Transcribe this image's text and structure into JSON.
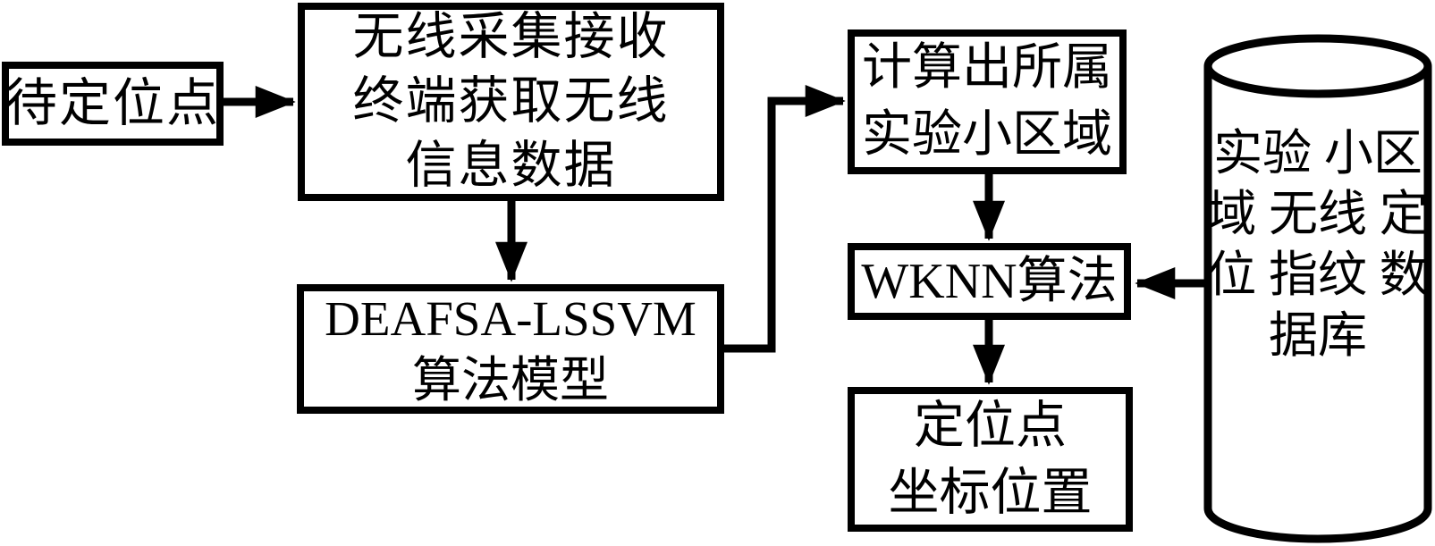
{
  "diagram_title": "wireless-fingerprint-positioning-flowchart",
  "colors": {
    "ink": "#000000",
    "paper": "#ffffff"
  },
  "nodes": {
    "start": {
      "label": "待定位点"
    },
    "collect": {
      "lines": [
        "无线采集接收",
        "终端获取无线",
        "信息数据"
      ]
    },
    "model": {
      "lines": [
        "DEAFSA-LSSVM",
        "算法模型"
      ]
    },
    "region": {
      "lines": [
        "计算出所属",
        "实验小区域"
      ]
    },
    "wknn": {
      "label": "WKNN算法"
    },
    "result": {
      "lines": [
        "定位点",
        "坐标位置"
      ]
    },
    "database": {
      "lines": [
        "实验",
        "小区域",
        "无线",
        "定位",
        "指纹",
        "数据库"
      ]
    }
  },
  "edges": [
    {
      "from": "start",
      "to": "collect"
    },
    {
      "from": "collect",
      "to": "model"
    },
    {
      "from": "model",
      "to": "region"
    },
    {
      "from": "region",
      "to": "wknn"
    },
    {
      "from": "wknn",
      "to": "result"
    },
    {
      "from": "database",
      "to": "wknn"
    }
  ]
}
